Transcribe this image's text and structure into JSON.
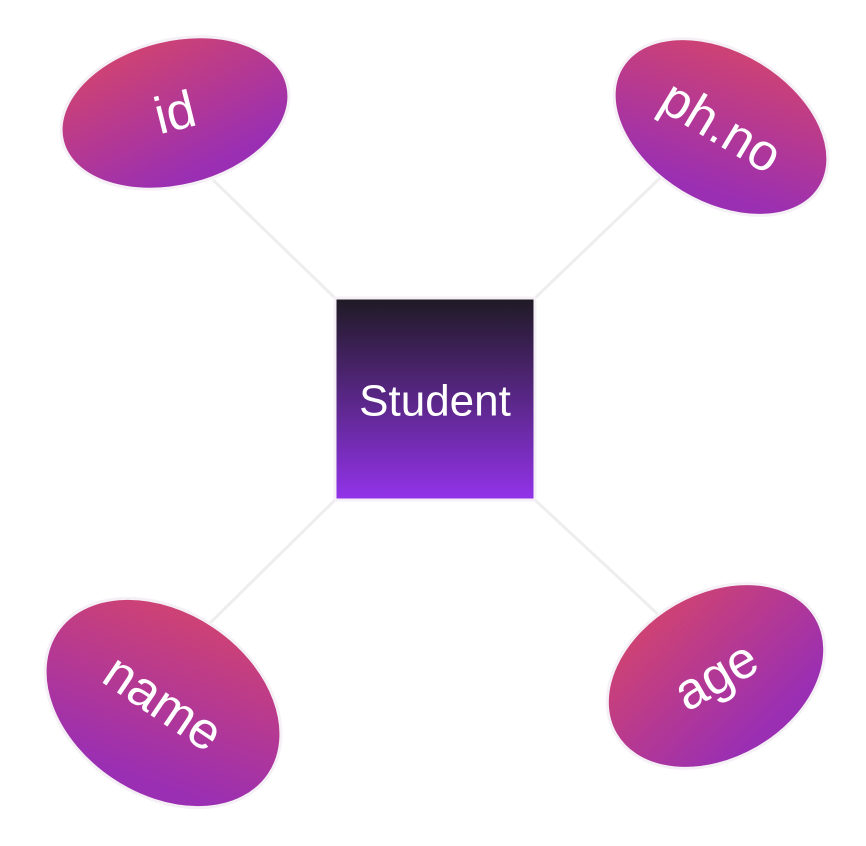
{
  "entity": {
    "label": "Student"
  },
  "attributes": [
    {
      "label": "id"
    },
    {
      "label": "ph.no"
    },
    {
      "label": "name"
    },
    {
      "label": "age"
    }
  ],
  "colors": {
    "background": "#ffffff",
    "connector": "#eeeeee",
    "entity_gradient_top": "#1f1a24",
    "entity_gradient_bottom": "#9333ea",
    "attribute_gradient_start": "#d6456a",
    "attribute_gradient_end": "#9a2fb3",
    "attribute_outline": "#f5f0f5",
    "label": "#ffffff"
  }
}
